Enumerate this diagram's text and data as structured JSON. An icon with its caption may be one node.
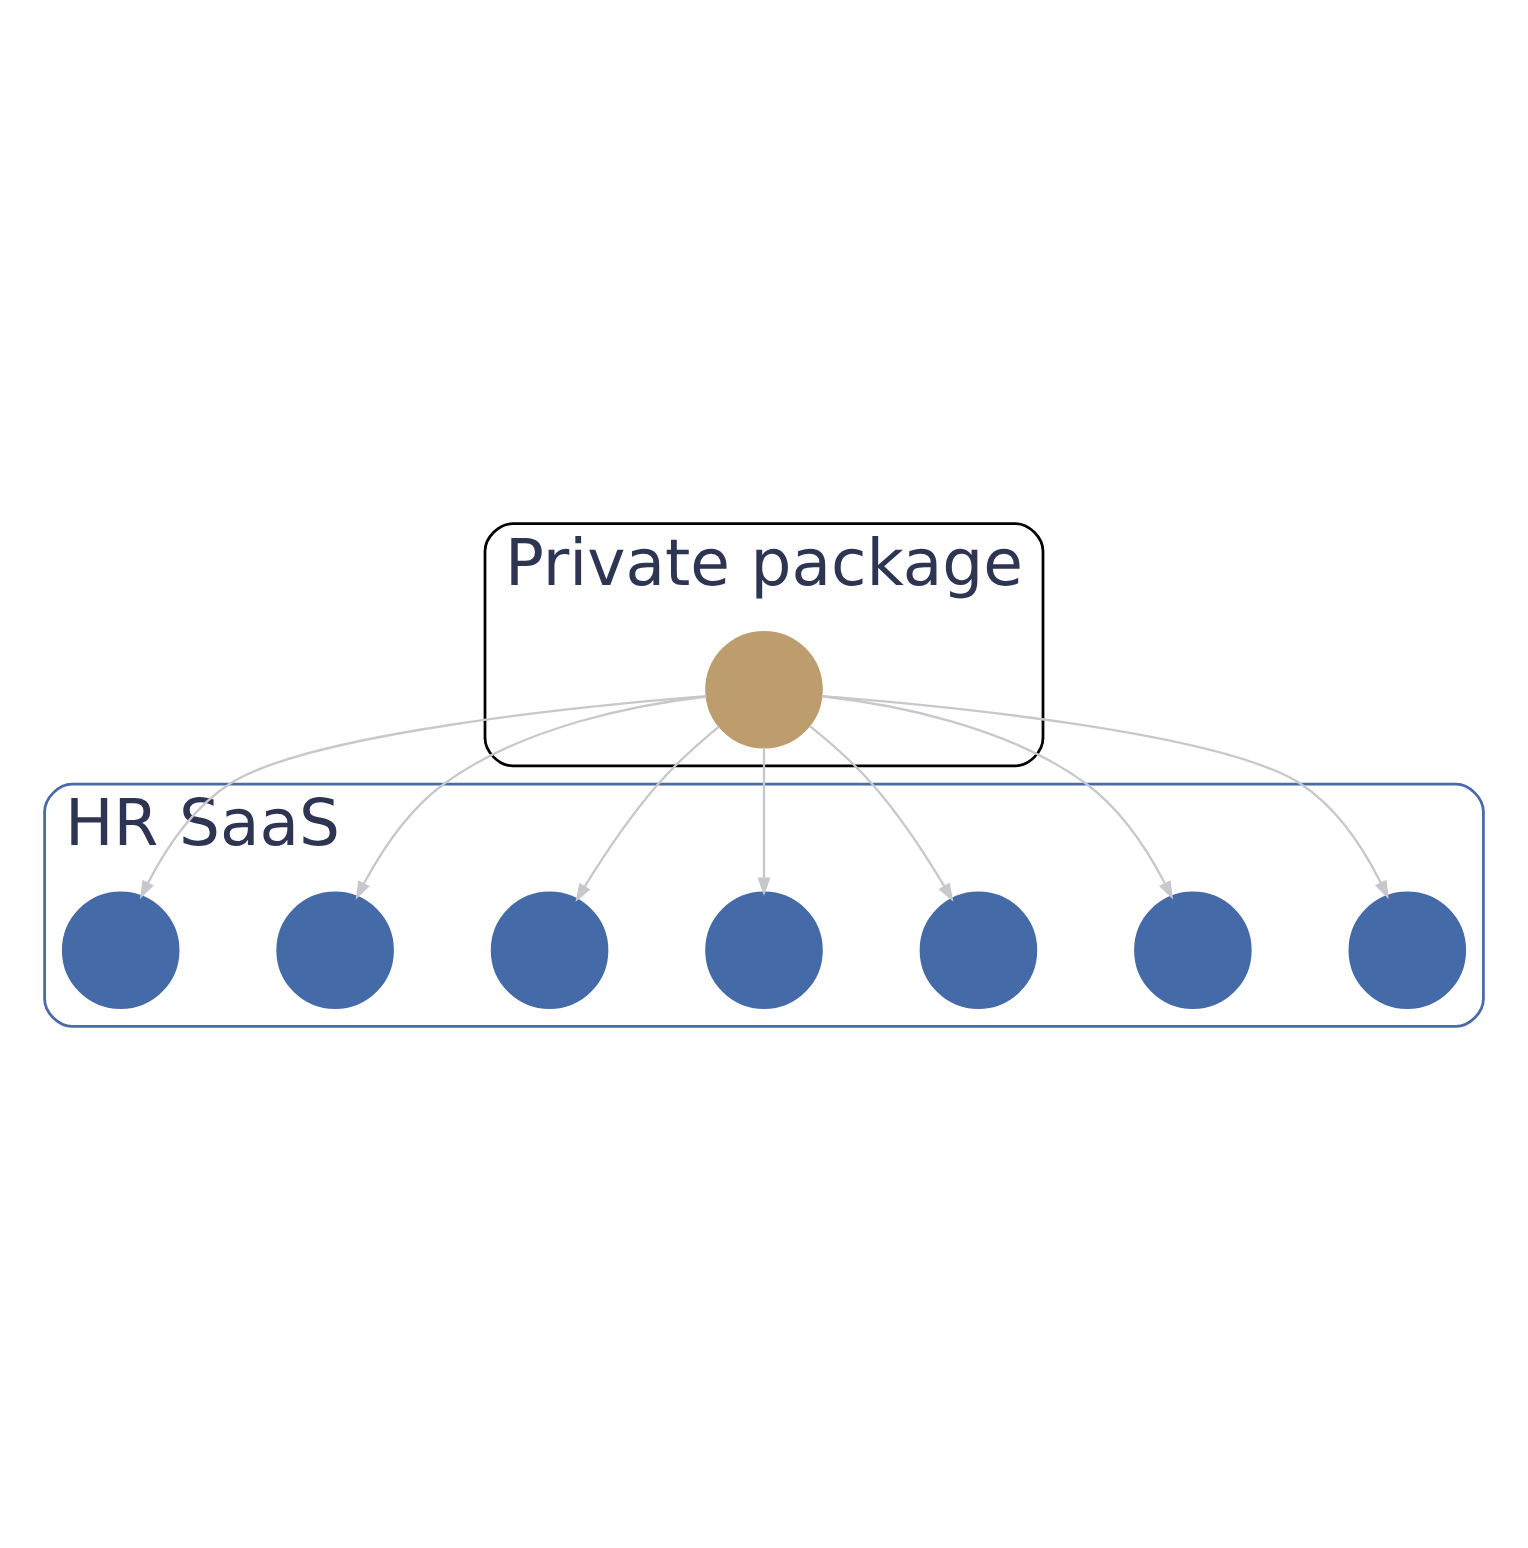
{
  "diagram": {
    "nodes": [
      {
        "text": [
          "HR SaaS"
        ]
      },
      {
        "text": [
          "Private package"
        ]
      },
      {
        "text": [],
        "shape": "circle",
        "in": 1
      },
      {
        "text": [],
        "shape": "circle",
        "in": 0
      },
      {
        "text": [],
        "shape": "circle",
        "in": 0
      },
      {
        "text": [],
        "shape": "circle",
        "in": 0
      },
      {
        "text": [],
        "shape": "circle",
        "in": 0
      },
      {
        "text": [],
        "shape": "circle",
        "in": 0
      },
      {
        "text": [],
        "shape": "circle",
        "in": 0
      },
      {
        "text": [],
        "shape": "circle",
        "in": 0
      }
    ],
    "edges": [
      {
        "from": 2,
        "to": 3,
        "arrow": "to"
      },
      {
        "from": 2,
        "to": 4,
        "arrow": "to"
      },
      {
        "from": 2,
        "to": 5,
        "arrow": "to"
      },
      {
        "from": 2,
        "to": 6,
        "arrow": "to"
      },
      {
        "from": 2,
        "to": 7,
        "arrow": "to"
      },
      {
        "from": 2,
        "to": 8,
        "arrow": "to"
      },
      {
        "from": 2,
        "to": 9,
        "arrow": "to"
      }
    ]
  }
}
